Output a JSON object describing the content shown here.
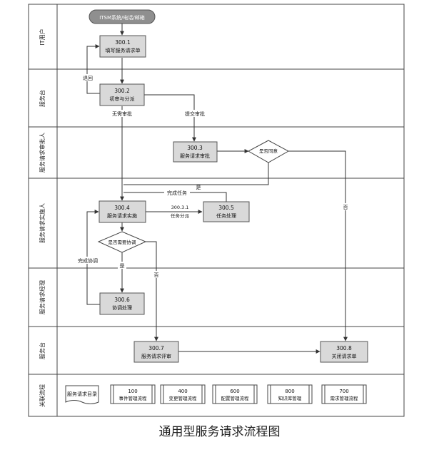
{
  "lanes": [
    {
      "label": "IT用户"
    },
    {
      "label": "服务台"
    },
    {
      "label": "服务请求审批人"
    },
    {
      "label": "服务请求实施人"
    },
    {
      "label": "服务请求经理"
    },
    {
      "label": "服务台"
    },
    {
      "label": "关联流程"
    }
  ],
  "start": {
    "label": "ITSM系统/电话/邮箱"
  },
  "tasks": {
    "t300_1": {
      "id": "300.1",
      "label": "填写服务请求单"
    },
    "t300_2": {
      "id": "300.2",
      "label": "初审与分派"
    },
    "t300_3": {
      "id": "300.3",
      "label": "服务请求审批"
    },
    "t300_4": {
      "id": "300.4",
      "label": "服务请求实施"
    },
    "t300_5": {
      "id": "300.5",
      "label": "任务处理"
    },
    "t300_6": {
      "id": "300.6",
      "label": "协调处理"
    },
    "t300_7": {
      "id": "300.7",
      "label": "服务请求评审"
    },
    "t300_8": {
      "id": "300.8",
      "label": "关闭请求单"
    }
  },
  "decisions": {
    "approve": {
      "label": "是否同意"
    },
    "coordinate": {
      "label": "是否需要协调"
    }
  },
  "edge_labels": {
    "return": "退回",
    "no_approval": "无需审批",
    "submit_approval": "提交审批",
    "yes_approve": "是",
    "complete_task": "完成任务",
    "split_id": "300.3.1",
    "split_task": "任务分派",
    "complete_coord": "完成协调",
    "yes_coord": "是",
    "no_coord": "否",
    "no_approve": "否"
  },
  "related": {
    "catalog": "服务请求目录",
    "processes": [
      {
        "id": "100",
        "label": "事件管理流程"
      },
      {
        "id": "400",
        "label": "变更管理流程"
      },
      {
        "id": "600",
        "label": "配置管理流程"
      },
      {
        "id": "800",
        "label": "知识库管理"
      },
      {
        "id": "700",
        "label": "需求管理流程"
      }
    ]
  },
  "caption": "通用型服务请求流程图"
}
